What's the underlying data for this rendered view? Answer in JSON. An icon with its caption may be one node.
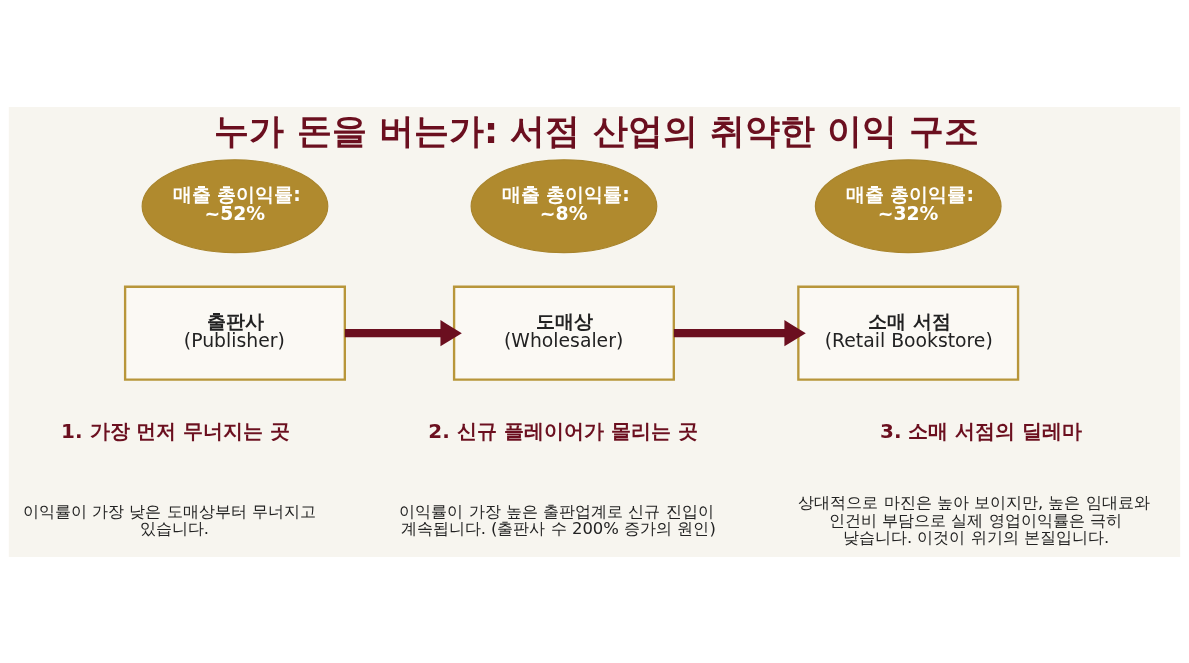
{
  "diagram": {
    "title": "누가 돈을 버는가: 서점 산업의 취약한 이익 구조",
    "nodes": [
      {
        "text": [
          "출판사",
          "(Publisher)"
        ]
      },
      {
        "text": [
          "매출 총이익률: ~52%"
        ]
      },
      {
        "text": [
          "도매상",
          "(Wholesaler)"
        ]
      },
      {
        "text": [
          "매출 총이익률: ~8%"
        ]
      },
      {
        "text": [
          "소매 서점",
          "(Retail Bookstore)"
        ]
      },
      {
        "text": [
          "매출 총이익률: ~32%"
        ]
      }
    ],
    "edges": [
      {
        "from": 0,
        "to": 2,
        "arrow": "to"
      },
      {
        "from": 2,
        "to": 4,
        "arrow": "to"
      }
    ],
    "labels": [
      "1. 가장 먼저 무너지는 곳",
      "이익률이 가장 낮은 도매상부터 무너지고 있습니다.",
      "2. 신규 플레이어가 몰리는 곳",
      "이익률이 가장 높은 출판업계로 신규 진입이 계속됩니다. (출판사 수 200% 증가의 원인)",
      "3. 소매 서점의 딜레마",
      "상대적으로 마진은 높아 보이지만, 높은 임대료와 인건비 부담으로 실제 영업이익률은 극히 낮습니다. 이것이 위기의 본질입니다."
    ]
  }
}
